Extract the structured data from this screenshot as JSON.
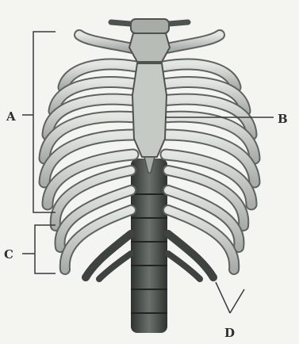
{
  "labels": {
    "a": "A",
    "b": "B",
    "c": "C",
    "d": "D"
  },
  "colors": {
    "background": "#f4f4f1",
    "bone": "#c9cdc8",
    "bone_light": "#e2e4e0",
    "bone_shadow": "#6e726d",
    "spine": "#4d524e",
    "line": "#3a3a3a"
  }
}
